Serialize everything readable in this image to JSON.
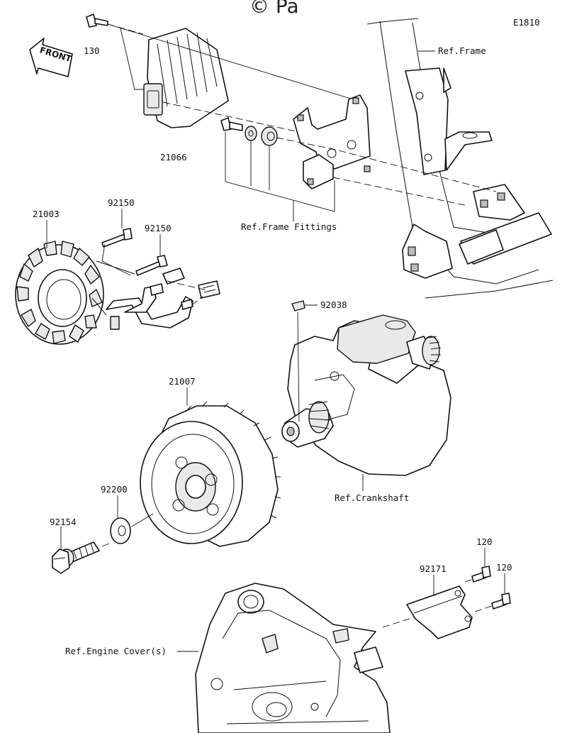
{
  "watermark": "© Pa",
  "diagram_code": "E1810",
  "front_label": "FRONT",
  "parts": {
    "p130": "130",
    "p21066": "21066",
    "p21003": "21003",
    "p92150a": "92150",
    "p92150b": "92150",
    "p92038": "92038",
    "p21007": "21007",
    "p92200": "92200",
    "p92154": "92154",
    "p120a": "120",
    "p120b": "120",
    "p92171": "92171"
  },
  "refs": {
    "frame": "Ref.Frame",
    "frame_fittings": "Ref.Frame Fittings",
    "crankshaft": "Ref.Crankshaft",
    "engine_cover": "Ref.Engine Cover(s)"
  }
}
